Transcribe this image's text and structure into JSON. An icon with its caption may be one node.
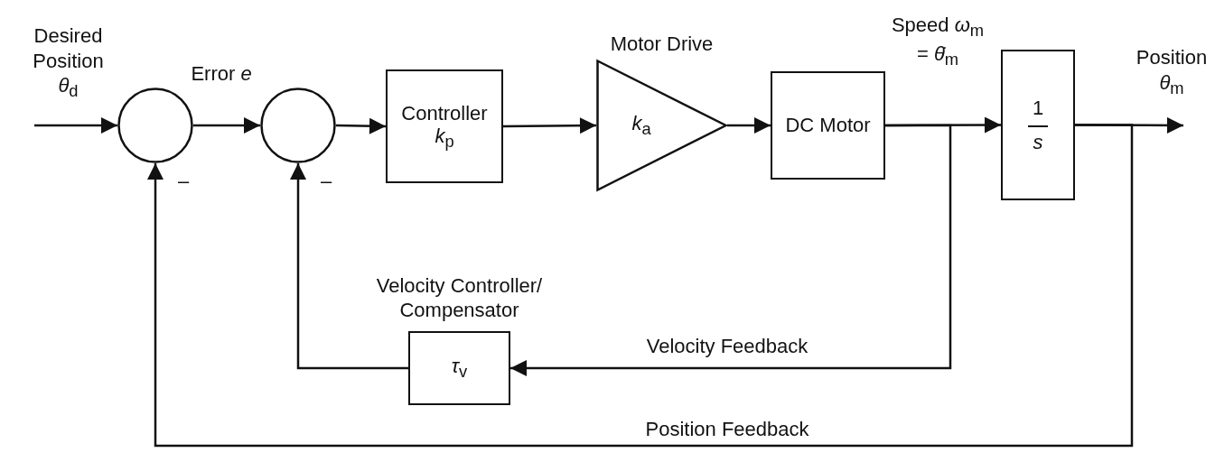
{
  "diagram": {
    "nodes": [
      {
        "text": [],
        "shape": "circle"
      },
      {
        "text": [],
        "shape": "circle"
      },
      {
        "text": [
          "Controller",
          "*k*$_{p}$"
        ]
      },
      {
        "text": [
          "Motor Drive",
          "*k*$_{a}$"
        ]
      },
      {
        "text": [
          "DC Motor"
        ]
      },
      {
        "text": [
          "1",
          "*s*"
        ]
      },
      {
        "text": [
          "Velocity Controller/ Compensator",
          "*τ*$_{v}$"
        ]
      }
    ],
    "edges": [
      {
        "from": null,
        "to": 0,
        "arrow": "to",
        "label": "Desired Position *θ*$_{d}$"
      },
      {
        "from": 0,
        "to": 1,
        "arrow": "to",
        "label": "Error *e*"
      },
      {
        "from": 1,
        "to": 2,
        "arrow": "to"
      },
      {
        "from": 2,
        "to": 3,
        "arrow": "to"
      },
      {
        "from": 3,
        "to": 4,
        "arrow": "to"
      },
      {
        "from": 4,
        "to": 5,
        "arrow": "to",
        "label": "Speed *ω*$_{m}$ = *θ̇*$_{m}$"
      },
      {
        "from": 5,
        "to": null,
        "arrow": "to",
        "label": "Position *θ*$_{m}$"
      },
      {
        "from": 4,
        "to": 6,
        "arrow": "to",
        "label": "Velocity Feedback"
      },
      {
        "from": 6,
        "to": 1,
        "arrow": "to"
      },
      {
        "from": 5,
        "to": 0,
        "arrow": "to",
        "label": "Position Feedback"
      }
    ],
    "labels": [
      "–",
      "–"
    ]
  }
}
